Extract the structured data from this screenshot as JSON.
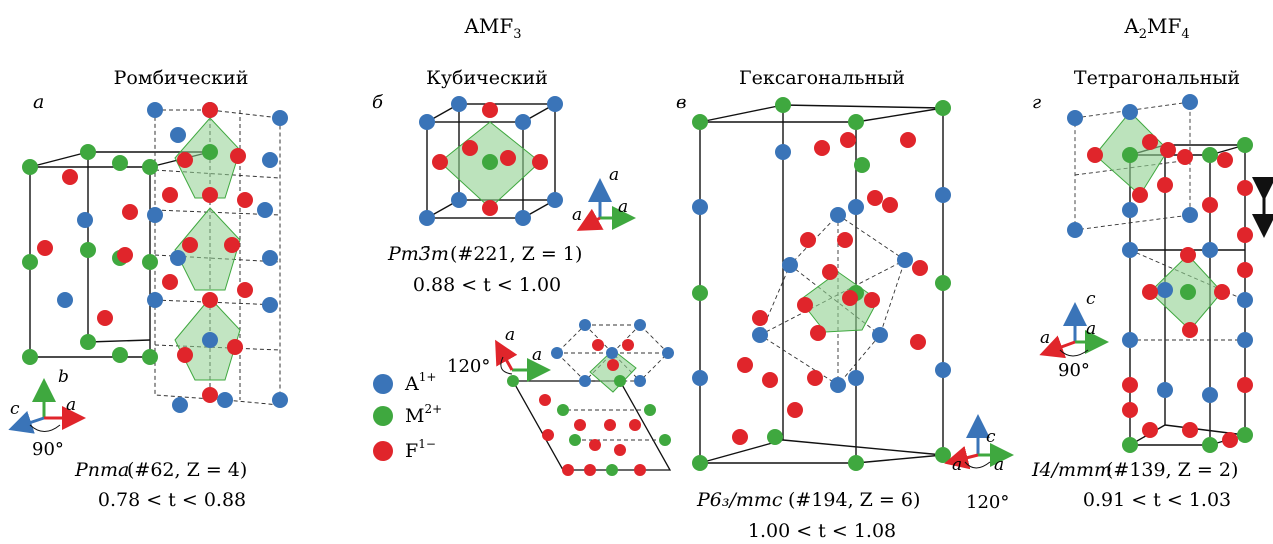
{
  "headers": {
    "amf3": {
      "base": "AMF",
      "sub": "3"
    },
    "a2mf4": {
      "a": "A",
      "a_sub": "2",
      "mf": "MF",
      "f_sub": "4"
    }
  },
  "panels": [
    {
      "letter": "а",
      "title": "Ромбический",
      "space_group": "Pnma",
      "info": "(#62, Z = 4)",
      "t_range": "0.78 < t < 0.88"
    },
    {
      "letter": "б",
      "title": "Кубический",
      "space_group": "Pm3̄m",
      "info": "(#221, Z = 1)",
      "t_range": "0.88 < t < 1.00"
    },
    {
      "letter": "в",
      "title": "Гексагональный",
      "space_group": "P6₃/mmc",
      "info": "(#194, Z = 6)",
      "t_range": "1.00 < t < 1.08"
    },
    {
      "letter": "г",
      "title": "Тетрагональный",
      "space_group": "I4/mmm",
      "info": "(#139, Z = 2)",
      "t_range": "0.91 < t < 1.03"
    }
  ],
  "legend": [
    {
      "ion": "A",
      "charge": "1+",
      "color": "#3a74b8"
    },
    {
      "ion": "M",
      "charge": "2+",
      "color": "#3fa83f"
    },
    {
      "ion": "F",
      "charge": "1−",
      "color": "#e0252b"
    }
  ],
  "axes": {
    "orthorhombic": {
      "up": "b",
      "left": "c",
      "right": "a",
      "angle": "90°"
    },
    "cubic": {
      "up": "a",
      "left": "a",
      "right": "a"
    },
    "cubic_projection": {
      "up": "a",
      "right": "a",
      "angle": "120°"
    },
    "hexagonal": {
      "up": "c",
      "left": "a",
      "right": "a",
      "angle": "120°"
    },
    "tetragonal": {
      "up": "c",
      "left": "a",
      "right": "a",
      "angle": "90°"
    }
  },
  "colors": {
    "A": "#3a74b8",
    "M": "#3fa83f",
    "F": "#e0252b",
    "octahedron": "#8fd08f",
    "axis_red": "#e0252b",
    "axis_green": "#3fa83f",
    "axis_blue": "#3a74b8"
  }
}
